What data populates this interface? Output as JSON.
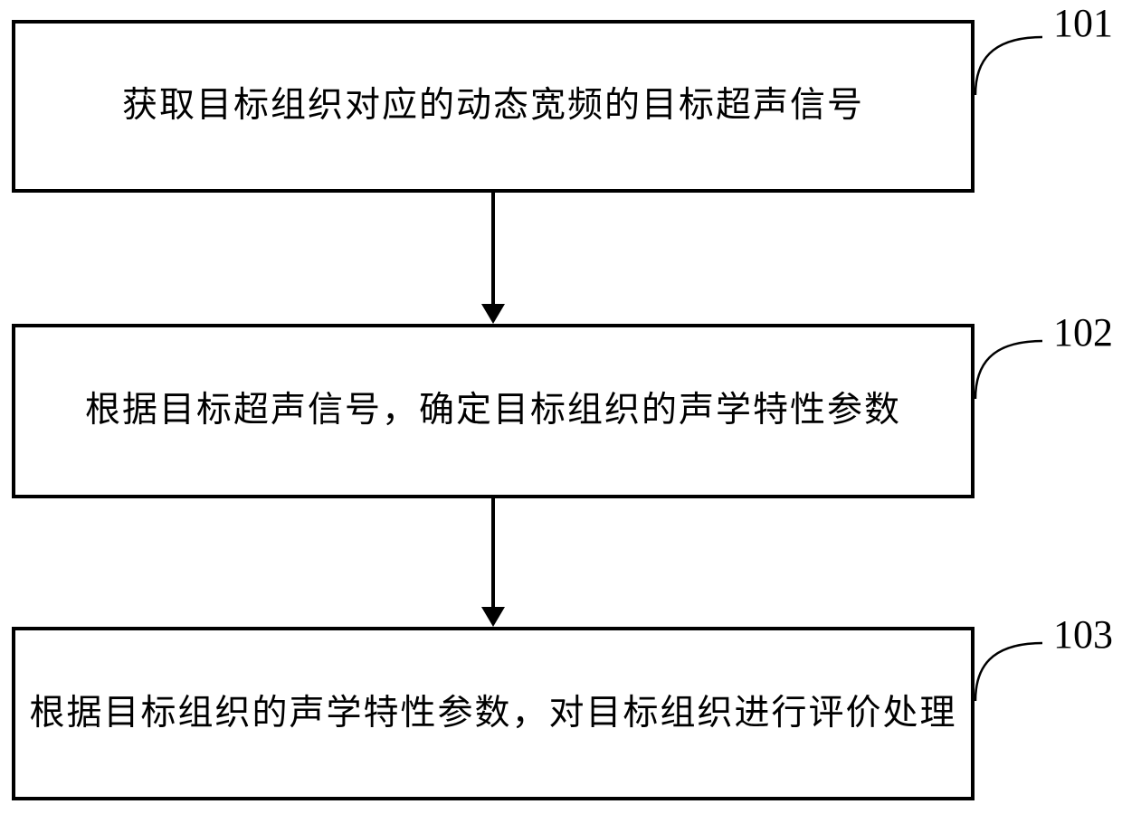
{
  "figure": {
    "background_color": "#ffffff",
    "stroke_color": "#000000",
    "type": "flowchart"
  },
  "flowchart": {
    "steps": [
      {
        "ref": "101",
        "label": "获取目标组织对应的动态宽频的目标超声信号"
      },
      {
        "ref": "102",
        "label": "根据目标超声信号，确定目标组织的声学特性参数"
      },
      {
        "ref": "103",
        "label": "根据目标组织的声学特性参数，对目标组织进行评价处理"
      }
    ],
    "connectors": [
      {
        "from": "101",
        "to": "102",
        "style": "arrow-down"
      },
      {
        "from": "102",
        "to": "103",
        "style": "arrow-down"
      }
    ]
  }
}
